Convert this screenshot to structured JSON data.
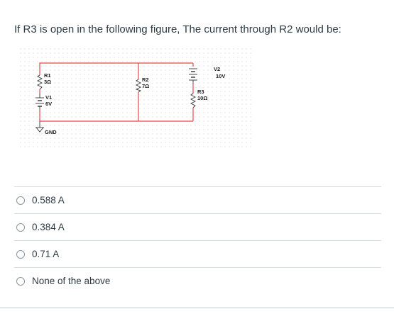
{
  "question": {
    "text": "If R3 is open in the following figure,  The current through R2 would be:"
  },
  "circuit": {
    "r1_name": "R1",
    "r1_value": "3Ω",
    "v1_name": "V1",
    "v1_value": "6V",
    "gnd_label": "GND",
    "r2_name": "R2",
    "r2_value": "7Ω",
    "v2_name": "V2",
    "v2_value": "10V",
    "r3_name": "R3",
    "r3_value": "10Ω",
    "wire_color": "#e5484d"
  },
  "answers": [
    {
      "label": "0.588 A"
    },
    {
      "label": "0.384 A"
    },
    {
      "label": "0.71 A"
    },
    {
      "label": "None of the above"
    }
  ]
}
